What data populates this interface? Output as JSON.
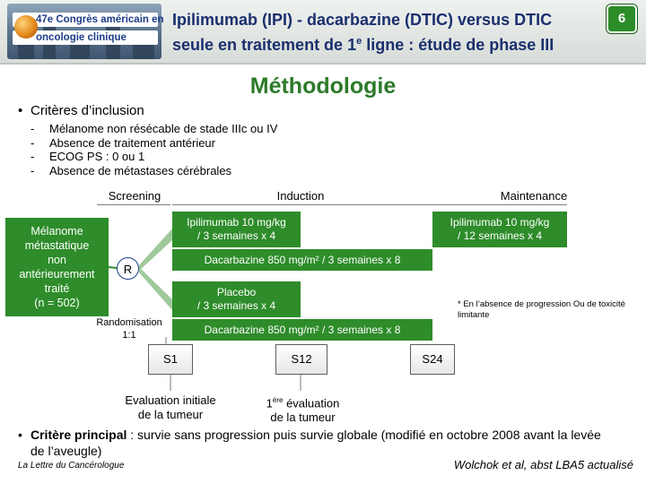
{
  "header": {
    "logo": {
      "line1": "47e Congrès américain en",
      "line2": "oncologie clinique"
    },
    "title_line1": "Ipilimumab (IPI) - dacarbazine (DTIC) versus DTIC",
    "title_line2_main": "seule en traitement de 1",
    "title_line2_sup": "e",
    "title_line2_end": " ligne : étude de phase III",
    "slide_number": "6"
  },
  "section_title": "Méthodologie",
  "inclusion": {
    "bullet": "•",
    "heading": "Critères d’inclusion",
    "items": [
      "Mélanome non résécable de stade IIIc ou IV",
      "Absence de traitement antérieur",
      "ECOG PS : 0 ou 1",
      "Absence de métastases cérébrales"
    ]
  },
  "phases": {
    "screening": "Screening",
    "induction": "Induction",
    "maintenance": "Maintenance"
  },
  "population": {
    "lines": [
      "Mélanome",
      "métastatique",
      "non",
      "antérieurement",
      "traité",
      "(n = 502)"
    ]
  },
  "randomisation_symbol": "R",
  "randomisation_label": [
    "Randomisation",
    "1:1"
  ],
  "arms": {
    "ipi_induction": [
      "Ipilimumab 10 mg/kg",
      "/ 3 semaines x 4"
    ],
    "dtic_arm1": "Dacarbazine 850 mg/m² / 3 semaines x 8",
    "placebo": [
      "Placebo",
      "/ 3 semaines x 4"
    ],
    "dtic_arm2": "Dacarbazine 850 mg/m² / 3 semaines x 8",
    "ipi_maintenance": [
      "Ipilimumab 10 mg/kg",
      "/ 12 semaines x 4"
    ]
  },
  "footnote": "* En l’absence de progression Ou de toxicité limitante",
  "timeline": {
    "s1": "S1",
    "s12": "S12",
    "s24": "S24"
  },
  "evaluations": {
    "initial": [
      "Evaluation initiale",
      "de la tumeur"
    ],
    "first_number": "1",
    "first_sup": "ère",
    "first_rest": " évaluation",
    "first_line2": "de la tumeur"
  },
  "primary": {
    "bullet": "•",
    "label": "Critère principal",
    "text": " : survie sans progression puis survie globale (modifié en octobre 2008 avant la levée de l’aveugle)"
  },
  "source_left": "La Lettre du Cancérologue",
  "source_right": "Wolchok et al, abst LBA5 actualisé",
  "colors": {
    "green": "#2e8c2a",
    "title_blue": "#1b2f6e",
    "section_green": "#2d7a2a"
  }
}
